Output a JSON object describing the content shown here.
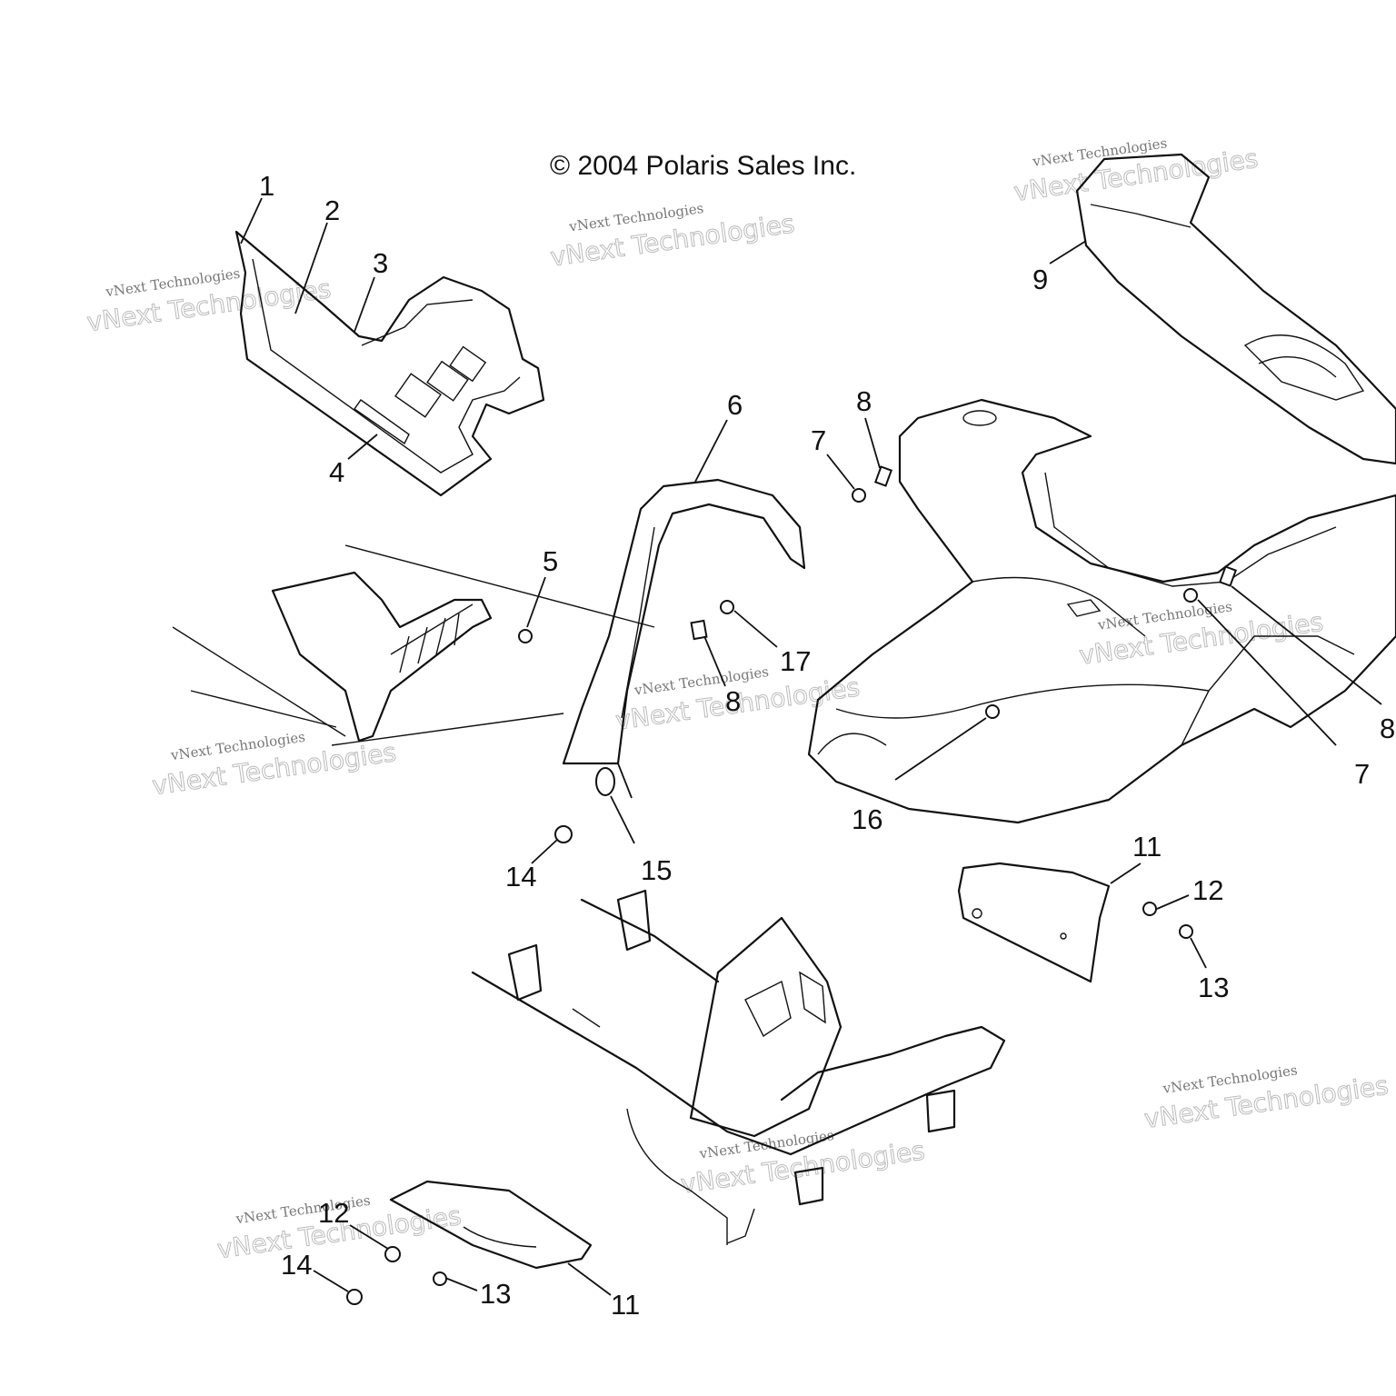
{
  "copyright": "© 2004 Polaris Sales Inc.",
  "watermark": {
    "line1": "vNext Technologies",
    "line2": "vNext Technologies"
  },
  "callouts": [
    {
      "id": "c1",
      "label": "1"
    },
    {
      "id": "c2",
      "label": "2"
    },
    {
      "id": "c3",
      "label": "3"
    },
    {
      "id": "c4",
      "label": "4"
    },
    {
      "id": "c5",
      "label": "5"
    },
    {
      "id": "c6",
      "label": "6"
    },
    {
      "id": "c7a",
      "label": "7"
    },
    {
      "id": "c8a",
      "label": "8"
    },
    {
      "id": "c9",
      "label": "9"
    },
    {
      "id": "c7b",
      "label": "7"
    },
    {
      "id": "c8b",
      "label": "8"
    },
    {
      "id": "c8c",
      "label": "8"
    },
    {
      "id": "c17",
      "label": "17"
    },
    {
      "id": "c16",
      "label": "16"
    },
    {
      "id": "c14a",
      "label": "14"
    },
    {
      "id": "c15",
      "label": "15"
    },
    {
      "id": "c11a",
      "label": "11"
    },
    {
      "id": "c12a",
      "label": "12"
    },
    {
      "id": "c13a",
      "label": "13"
    },
    {
      "id": "c12b",
      "label": "12"
    },
    {
      "id": "c14b",
      "label": "14"
    },
    {
      "id": "c13b",
      "label": "13"
    },
    {
      "id": "c11b",
      "label": "11"
    }
  ]
}
